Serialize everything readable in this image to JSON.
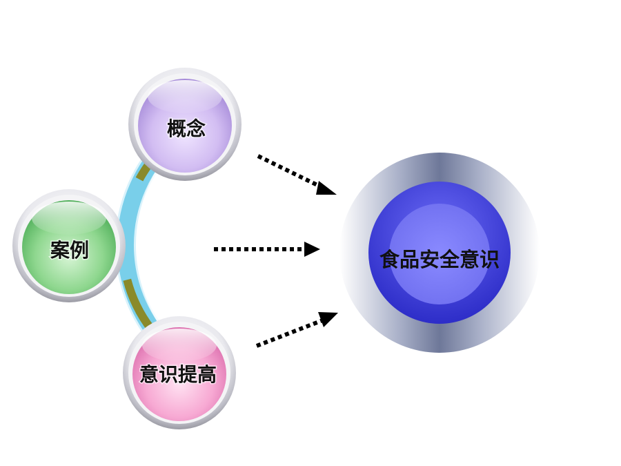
{
  "nodes": {
    "concept": {
      "label": "概念",
      "color": "#d4c2f0"
    },
    "case": {
      "label": "案例",
      "color": "#86d38e"
    },
    "awareness_raise": {
      "label": "意识提高",
      "color": "#f5a3cf"
    }
  },
  "target": {
    "label": "食品安全意识",
    "color": "#5a5af0"
  },
  "colors": {
    "arc_blue": "#79cfea",
    "arc_olive": "#8a8a2a",
    "arrow": "#000000"
  }
}
